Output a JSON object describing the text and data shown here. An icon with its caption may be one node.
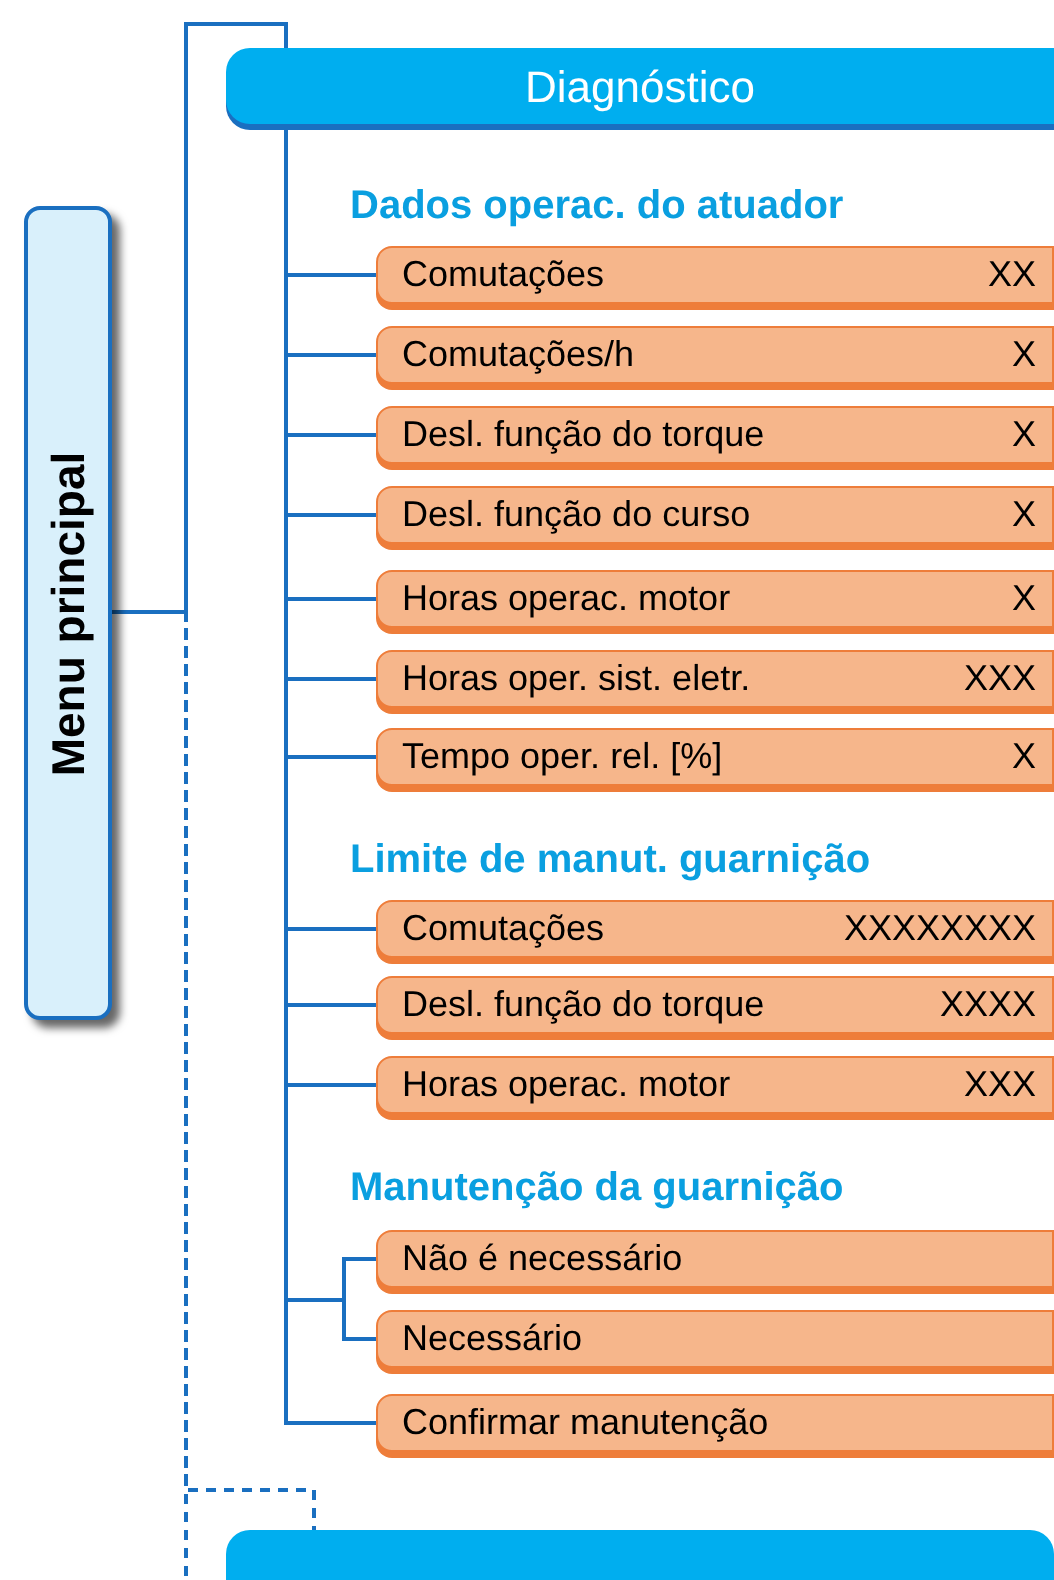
{
  "diagram": {
    "nodes": [
      {
        "text": [
          "Menu principal"
        ]
      },
      {
        "text": [
          "Diagnóstico"
        ]
      },
      {
        "text": [
          "Comutações",
          "XX"
        ]
      },
      {
        "text": [
          "Comutações/h",
          "X"
        ]
      },
      {
        "text": [
          "Desl. função do torque",
          "X"
        ]
      },
      {
        "text": [
          "Desl. função do curso",
          "X"
        ]
      },
      {
        "text": [
          "Horas operac. motor",
          "X"
        ]
      },
      {
        "text": [
          "Horas oper. sist. eletr.",
          "XXX"
        ]
      },
      {
        "text": [
          "Tempo oper. rel. [%]",
          "X"
        ]
      },
      {
        "text": [
          "Comutações",
          "XXXXXXXX"
        ]
      },
      {
        "text": [
          "Desl. função do torque",
          "XXXX"
        ]
      },
      {
        "text": [
          "Horas operac. motor",
          "XXX"
        ]
      },
      {
        "text": [
          "Não é necessário"
        ]
      },
      {
        "text": [
          "Necessário"
        ]
      },
      {
        "text": [
          "Confirmar manutenção"
        ]
      },
      {
        "text": [],
        "shape": "bar"
      }
    ],
    "edges": [
      {
        "from": 0,
        "to": 1,
        "arrow": "none"
      },
      {
        "from": 0,
        "to": 15,
        "arrow": "none",
        "style": "dashed"
      },
      {
        "from": 1,
        "to": 2,
        "arrow": "none"
      },
      {
        "from": 1,
        "to": 3,
        "arrow": "none"
      },
      {
        "from": 1,
        "to": 4,
        "arrow": "none"
      },
      {
        "from": 1,
        "to": 5,
        "arrow": "none"
      },
      {
        "from": 1,
        "to": 6,
        "arrow": "none"
      },
      {
        "from": 1,
        "to": 7,
        "arrow": "none"
      },
      {
        "from": 1,
        "to": 8,
        "arrow": "none"
      },
      {
        "from": 1,
        "to": 9,
        "arrow": "none"
      },
      {
        "from": 1,
        "to": 10,
        "arrow": "none"
      },
      {
        "from": 1,
        "to": 11,
        "arrow": "none"
      },
      {
        "from": 1,
        "to": 12,
        "arrow": "none"
      },
      {
        "from": 1,
        "to": 13,
        "arrow": "none"
      },
      {
        "from": 1,
        "to": 14,
        "arrow": "none"
      }
    ],
    "labels": [
      "Dados operac. do atuador",
      "Limite de manut. guarnição",
      "Manutenção da guarnição"
    ]
  }
}
